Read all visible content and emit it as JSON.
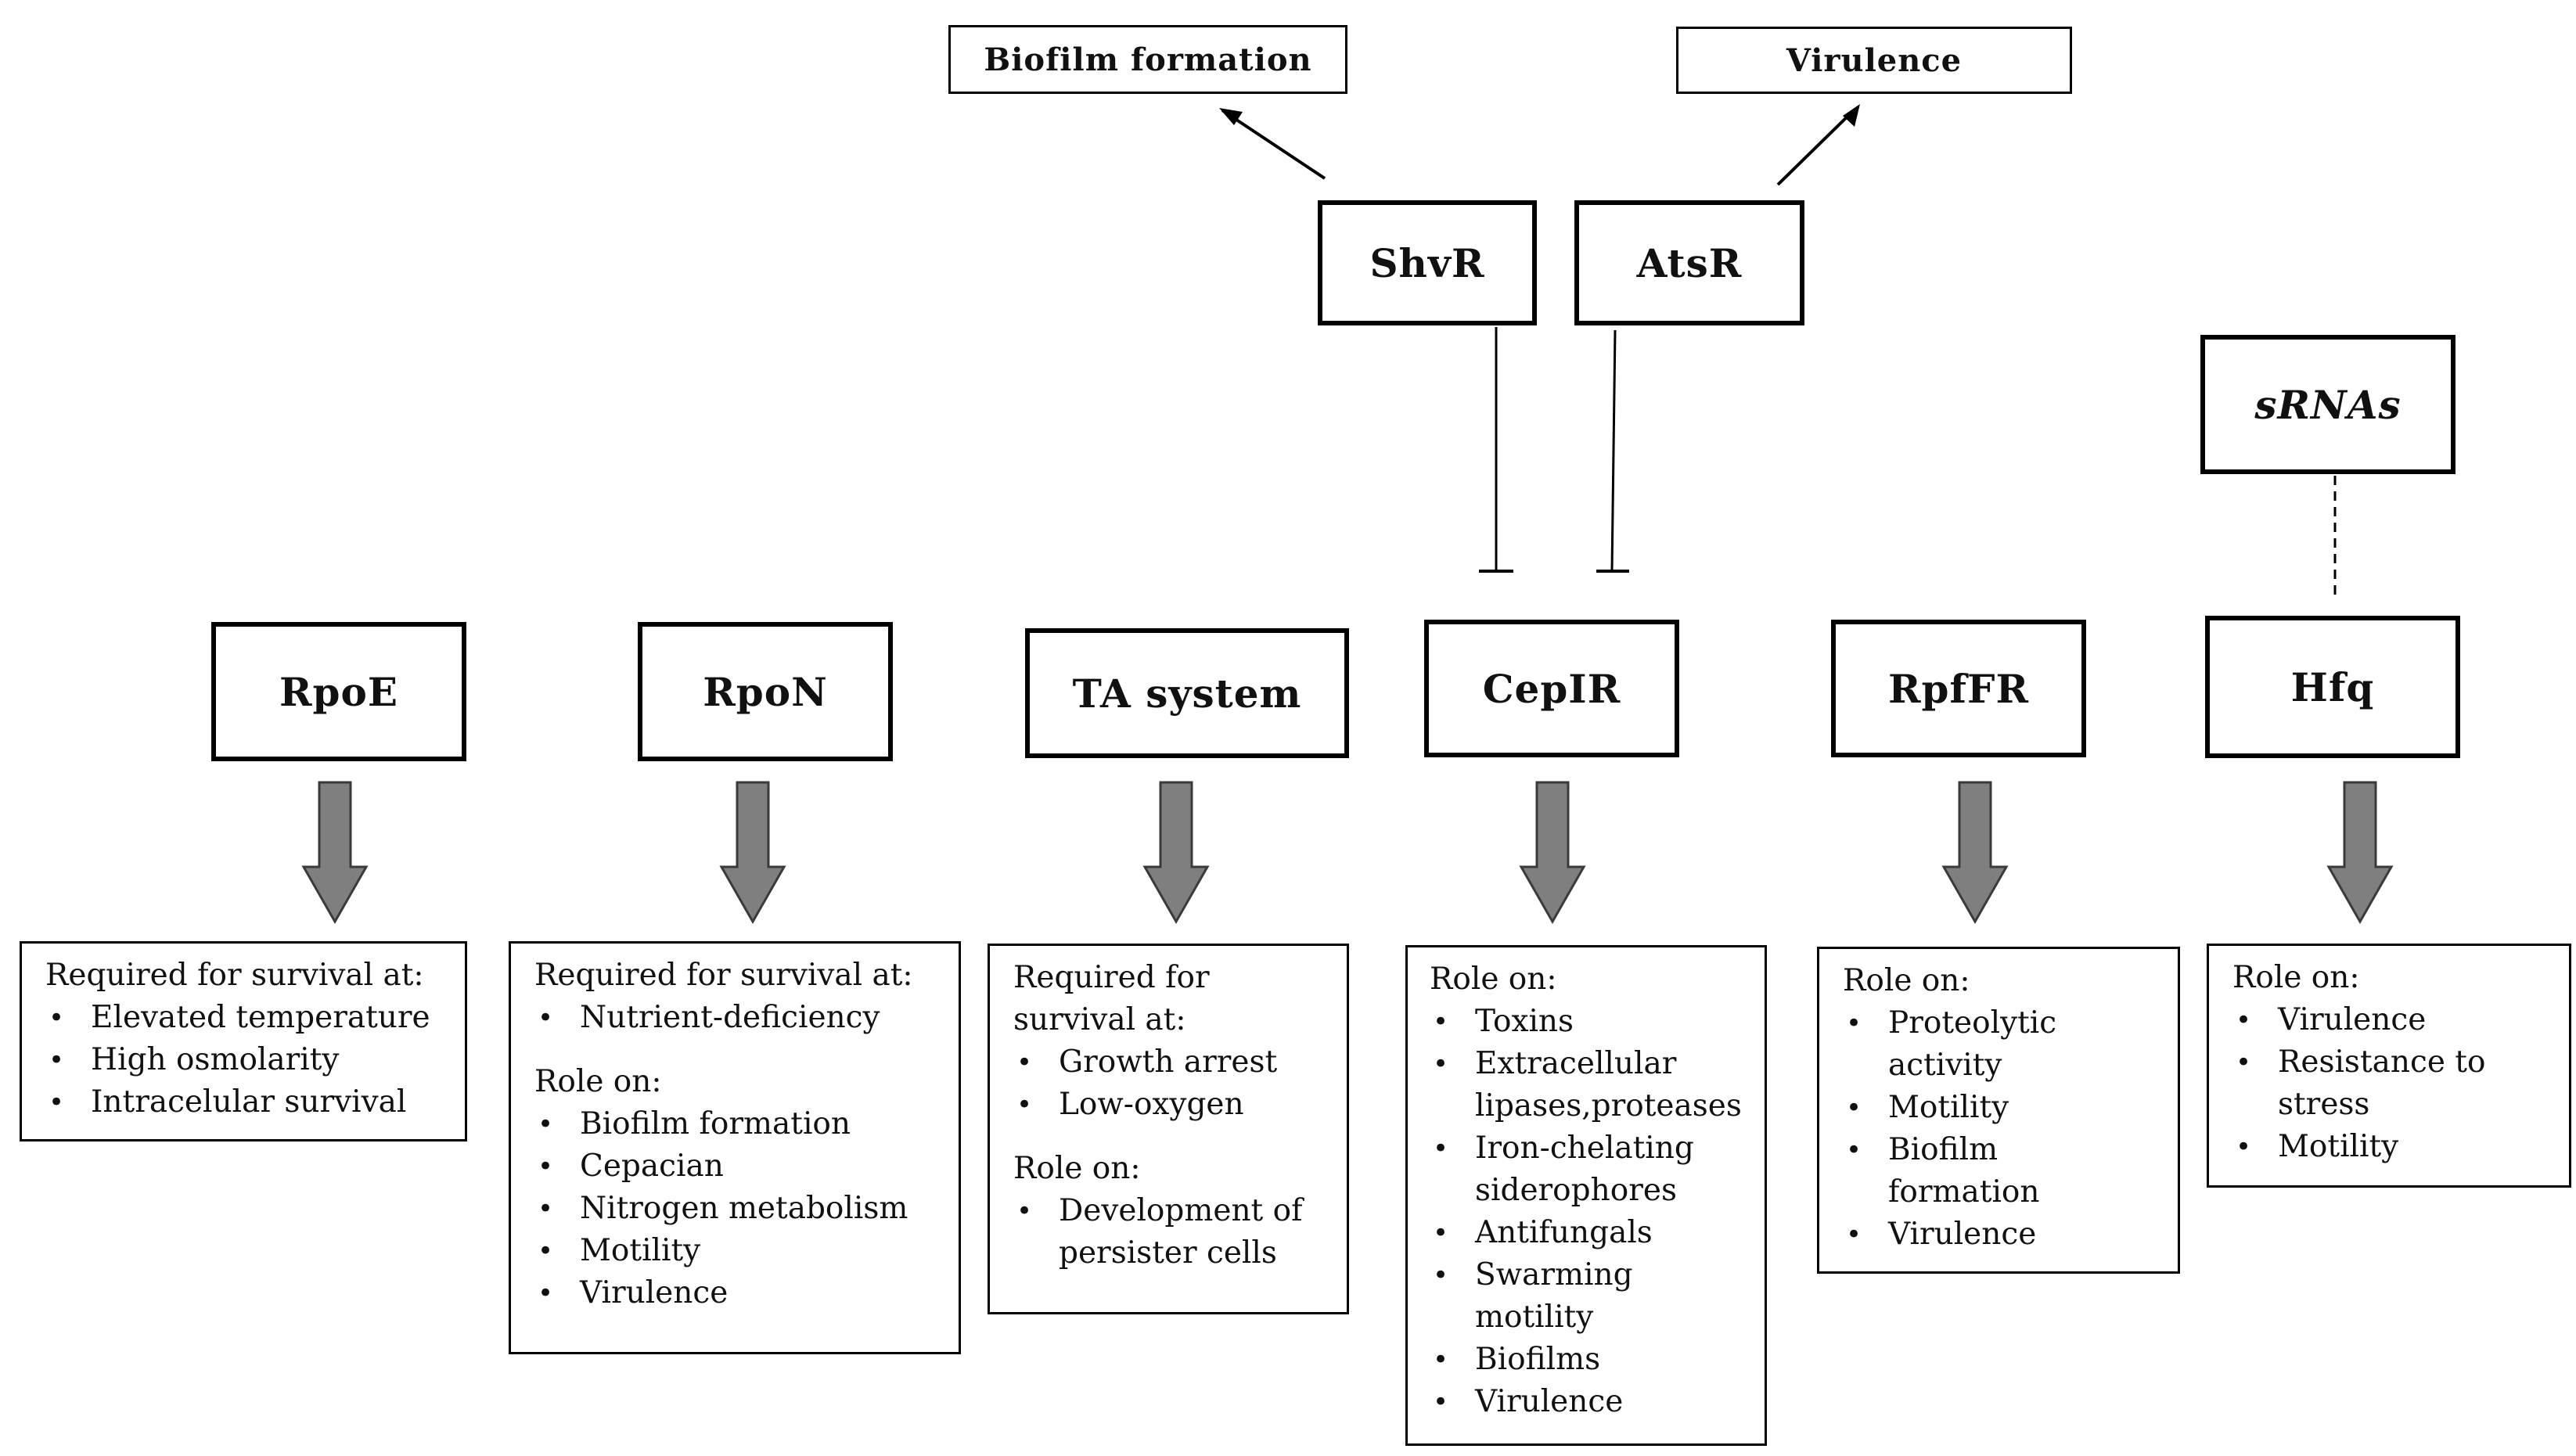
{
  "top_outcomes": {
    "biofilm": "Biofilm formation",
    "virulence": "Virulence"
  },
  "regulators": {
    "shvr": "ShvR",
    "atsr": "AtsR",
    "srnas": "sRNAs"
  },
  "systems": {
    "rpoe": {
      "name": "RpoE",
      "head1": "Required for survival at:",
      "items1": [
        "Elevated temperature",
        "High osmolarity",
        "Intracelular survival"
      ]
    },
    "rpon": {
      "name": "RpoN",
      "head1": "Required for survival at:",
      "items1": [
        "Nutrient-deficiency"
      ],
      "head2": "Role on:",
      "items2": [
        "Biofilm formation",
        "Cepacian",
        "Nitrogen metabolism",
        "Motility",
        "Virulence"
      ]
    },
    "ta": {
      "name": "TA system",
      "head1a": "Required for",
      "head1b": "survival at:",
      "items1": [
        "Growth arrest",
        "Low-oxygen"
      ],
      "head2": "Role on:",
      "items2": [
        {
          "a": "Development of",
          "b": "persister cells"
        }
      ]
    },
    "cepir": {
      "name": "CepIR",
      "head1": "Role on:",
      "items1": [
        {
          "a": "Toxins"
        },
        {
          "a": "Extracellular",
          "b": "lipases,proteases"
        },
        {
          "a": "Iron-chelating",
          "b": "siderophores"
        },
        {
          "a": "Antifungals"
        },
        {
          "a": "Swarming",
          "b": "motility"
        },
        {
          "a": "Biofilms"
        },
        {
          "a": "Virulence"
        }
      ]
    },
    "rpffr": {
      "name": "RpfFR",
      "head1": "Role on:",
      "items1": [
        {
          "a": "Proteolytic",
          "b": "activity"
        },
        {
          "a": "Motility"
        },
        {
          "a": "Biofilm",
          "b": "formation"
        },
        {
          "a": "Virulence"
        }
      ]
    },
    "hfq": {
      "name": "Hfq",
      "head1": "Role on:",
      "items1": [
        {
          "a": "Virulence"
        },
        {
          "a": "Resistance to",
          "b": "stress"
        },
        {
          "a": "Motility"
        }
      ]
    }
  },
  "colors": {
    "line": "#000000",
    "block_arrow_fill": "#7f7f7f",
    "block_arrow_stroke": "#3a3a3a"
  }
}
